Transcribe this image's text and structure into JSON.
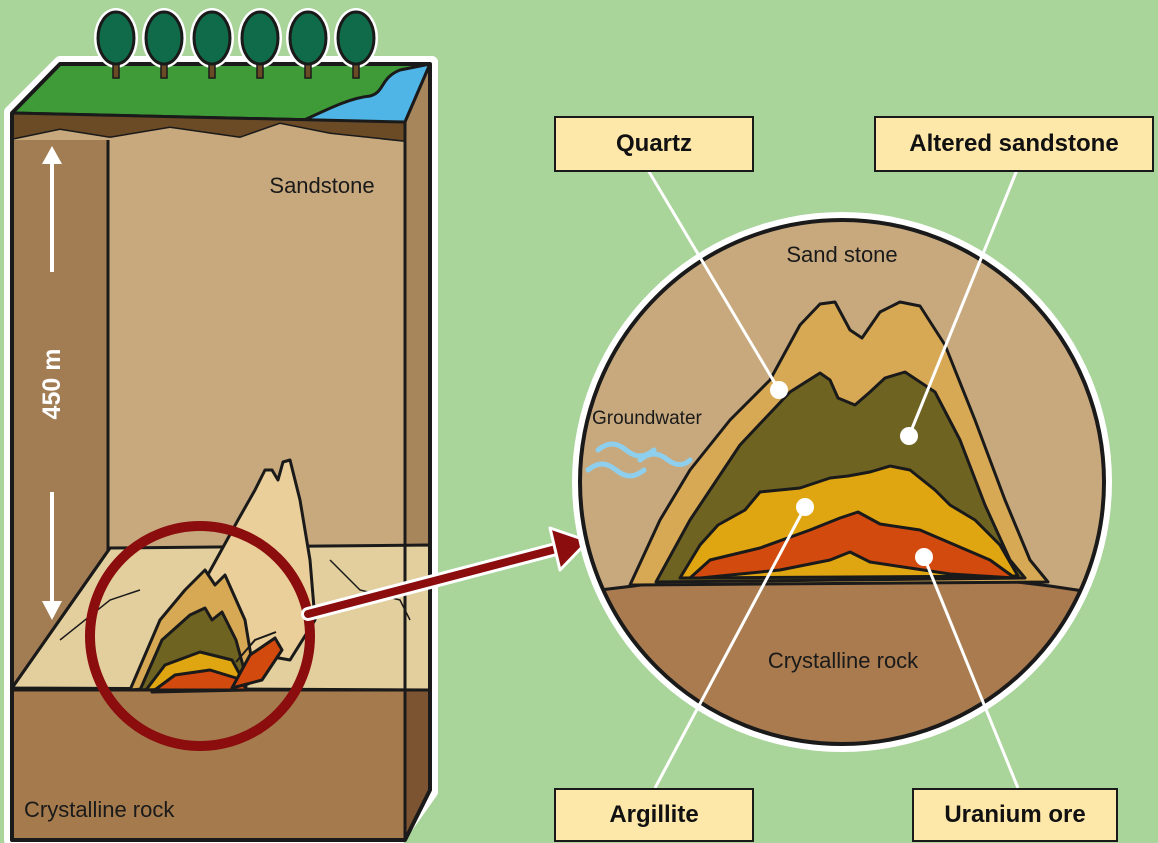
{
  "block": {
    "sandstone_label": "Sandstone",
    "crystalline_label": "Crystalline rock",
    "depth_label": "450 m"
  },
  "zoom": {
    "sandstone_label": "Sand stone",
    "crystalline_label": "Crystalline rock",
    "groundwater_label": "Groundwater"
  },
  "callouts": {
    "quartz": "Quartz",
    "altered_sandstone": "Altered sandstone",
    "argillite": "Argillite",
    "uranium_ore": "Uranium ore"
  },
  "colors": {
    "background": "#a9d49a",
    "sandstone": "#c8a97e",
    "crystalline_rock": "#a97b4f",
    "quartz_layer": "#d8a954",
    "altered_sandstone_layer": "#6f6322",
    "argillite_layer": "#e0a612",
    "uranium_ore_layer": "#d24a0e",
    "highlight_circle": "#8b0d0d",
    "label_box": "#fde7a9"
  },
  "icons": [
    "tree-icon",
    "water-wave-icon",
    "arrow-up-icon",
    "arrow-down-icon"
  ]
}
